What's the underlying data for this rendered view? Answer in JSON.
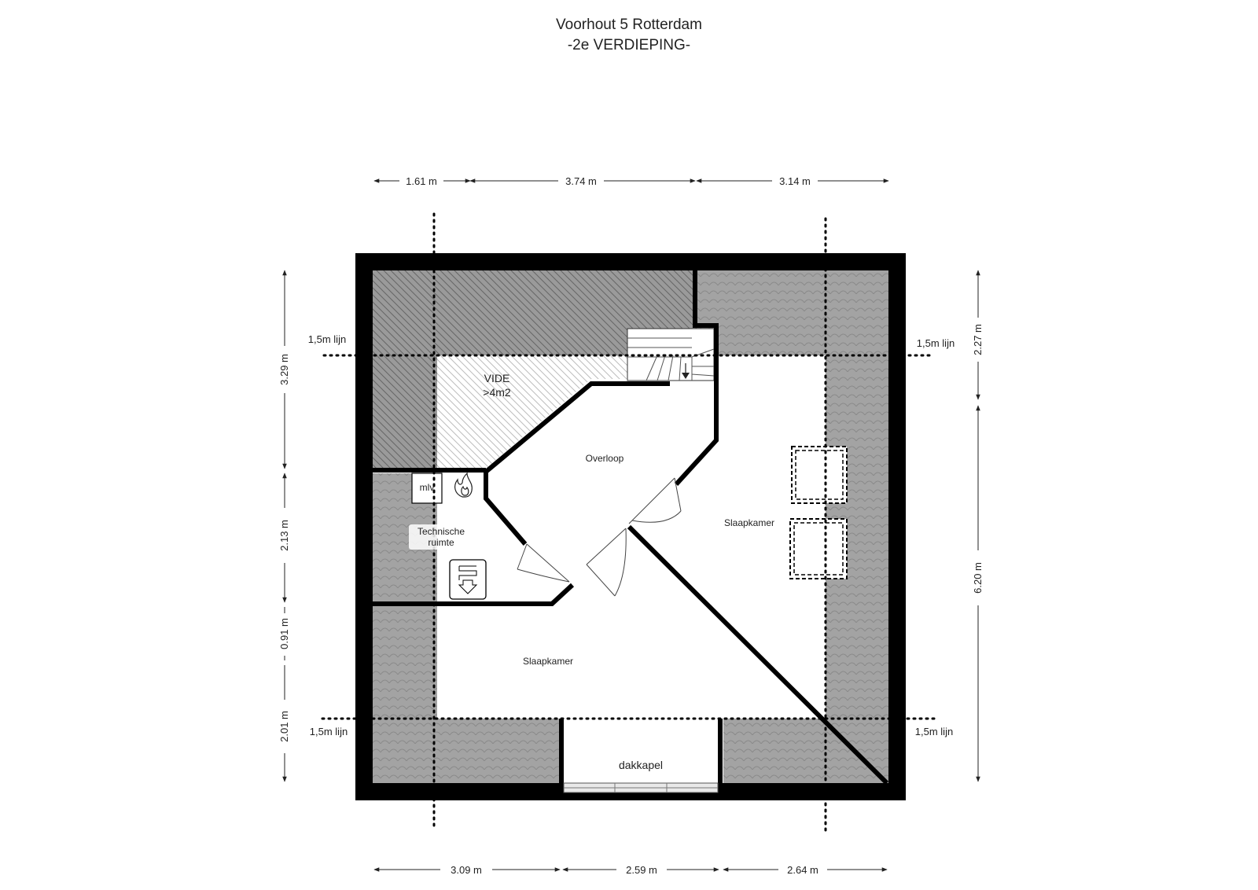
{
  "header": {
    "title": "Voorhout 5 Rotterdam",
    "subtitle": "-2e VERDIEPING-"
  },
  "dimensions": {
    "top": [
      "1.61 m",
      "3.74 m",
      "3.14 m"
    ],
    "bottom": [
      "3.09 m",
      "2.59 m",
      "2.64 m"
    ],
    "left": [
      "3.29 m",
      "2.13 m",
      "0.91 m",
      "2.01 m"
    ],
    "right": [
      "2.27 m",
      "6.20 m"
    ]
  },
  "lines": {
    "line_label": "1,5m lijn"
  },
  "rooms": {
    "vide_line1": "VIDE",
    "vide_line2": ">4m2",
    "overloop": "Overloop",
    "slaapkamer_right": "Slaapkamer",
    "slaapkamer_left": "Slaapkamer",
    "technische_line1": "Technische",
    "technische_line2": "ruimte",
    "dakkapel": "dakkapel",
    "mlv": "mlv"
  },
  "icons": {
    "boiler": "flame-icon",
    "heater": "water-heater-icon"
  },
  "colors": {
    "wall": "#000000",
    "roof": "#a6a6a6",
    "hatch_dark": "#8c8c8c",
    "hatch_light": "#e2e2e2"
  }
}
